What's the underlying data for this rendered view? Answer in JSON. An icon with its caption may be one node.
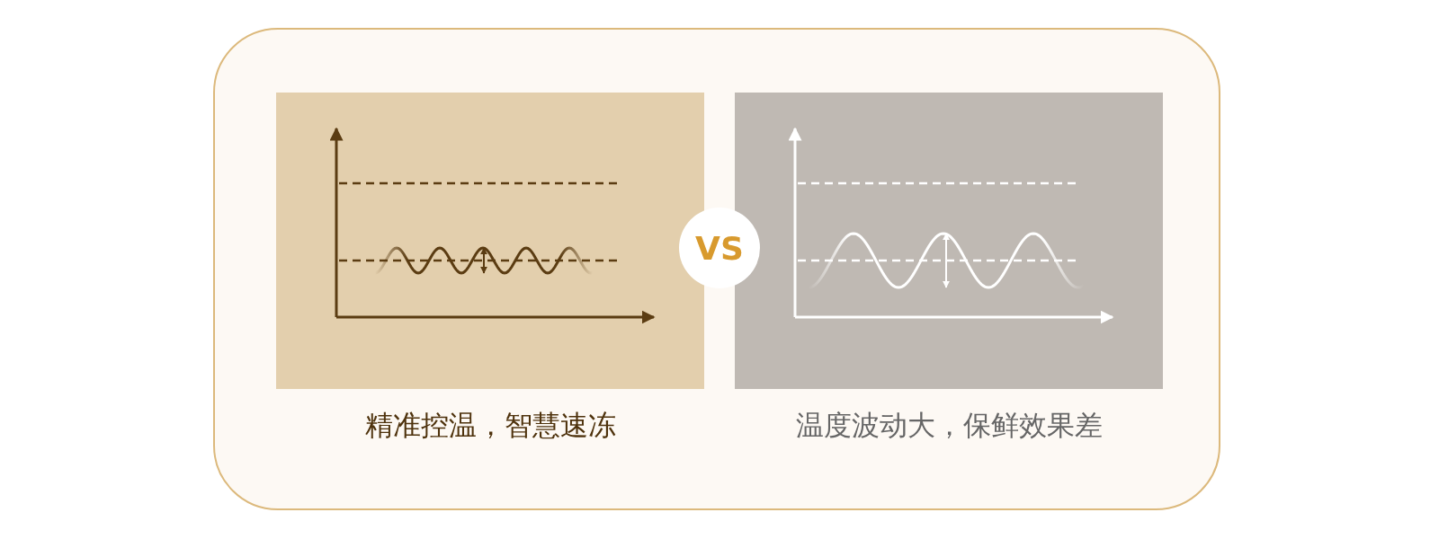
{
  "diagram": {
    "nodes": [
      {
        "text": [
          "精准控温，智慧速冻"
        ]
      },
      {
        "text": [
          "VS"
        ]
      },
      {
        "text": [
          "温度波动大，保鲜效果差"
        ]
      }
    ]
  }
}
